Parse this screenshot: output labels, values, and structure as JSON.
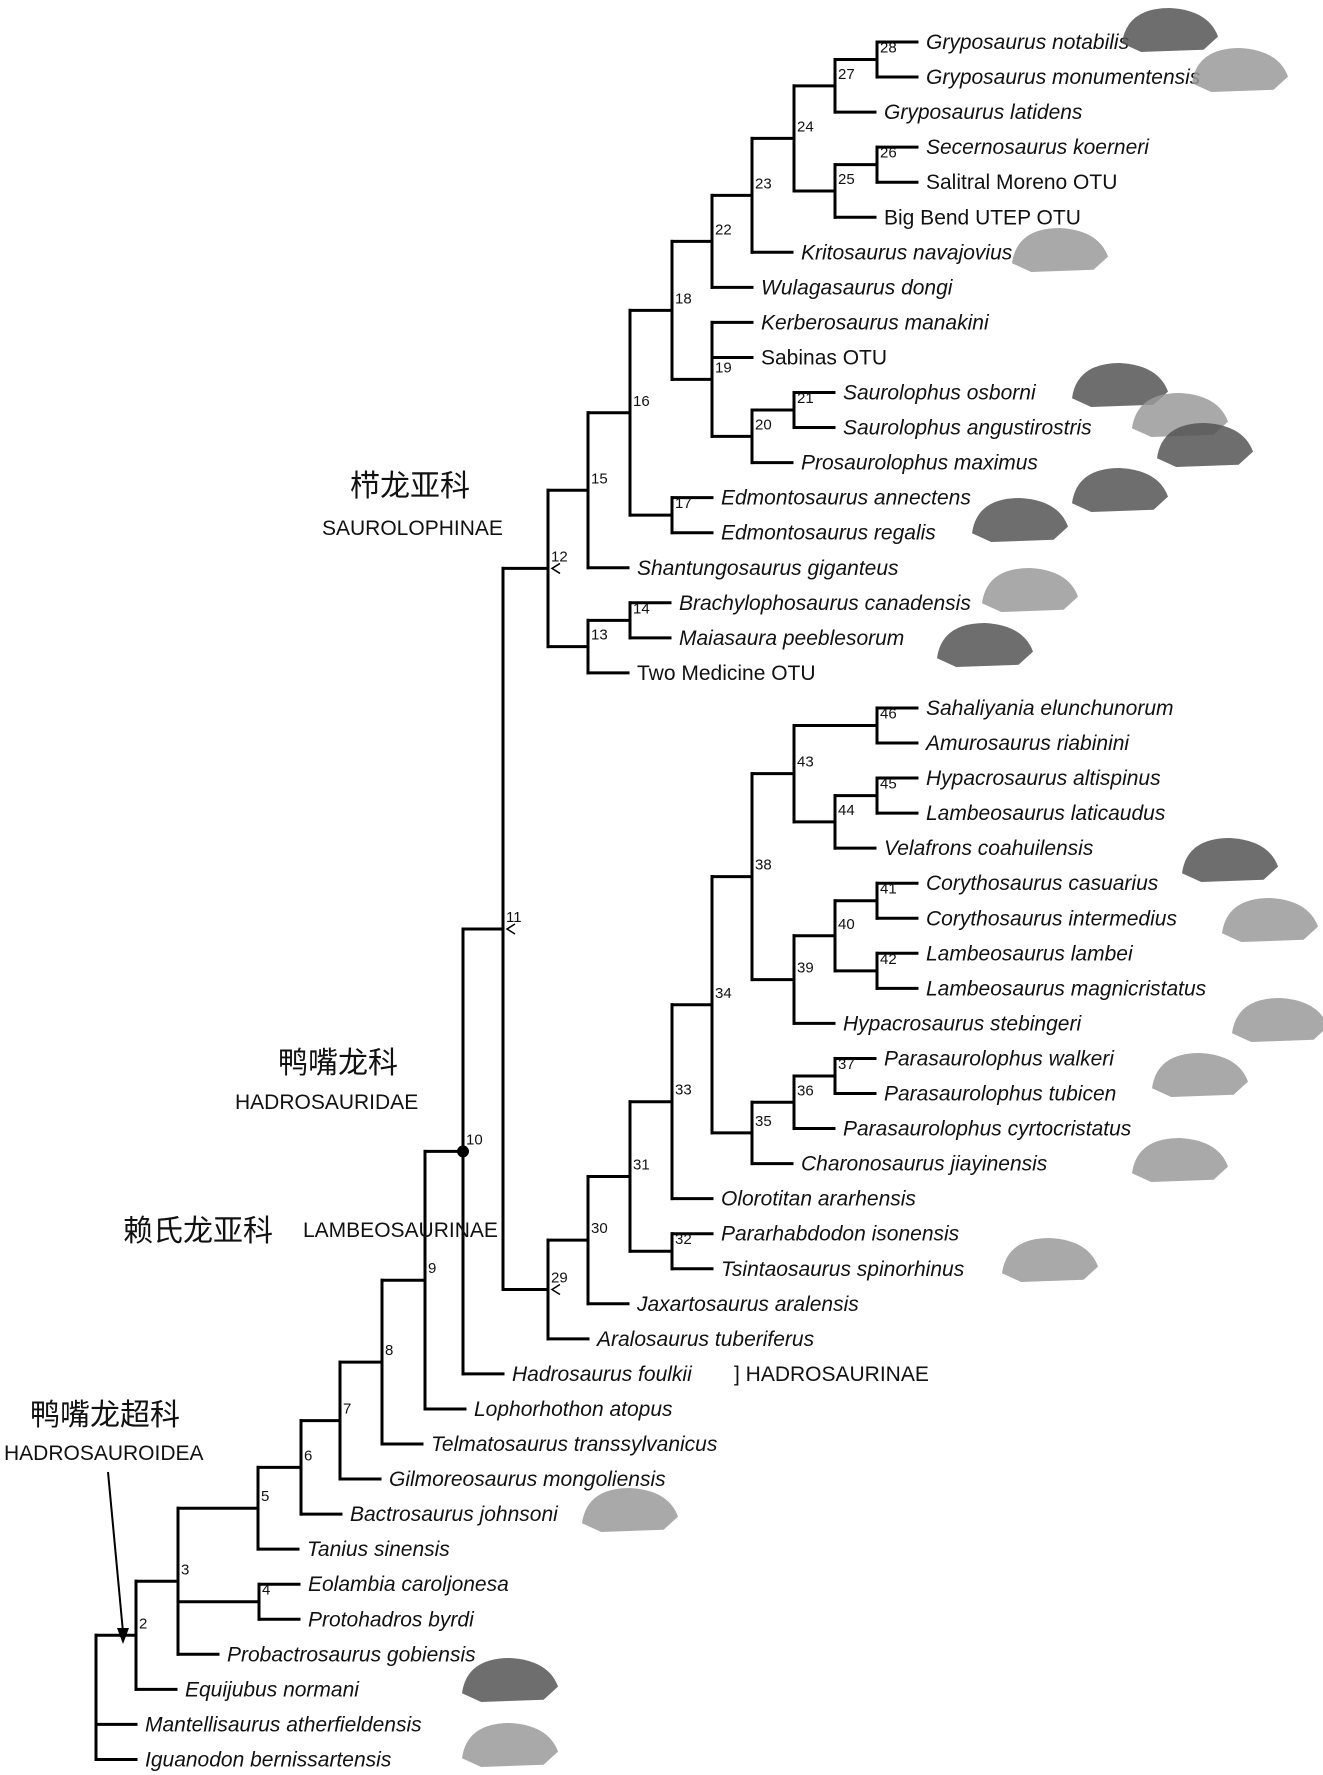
{
  "taxa": [
    {
      "id": "t1",
      "name": "Gryposaurus notabilis",
      "italic": true
    },
    {
      "id": "t2",
      "name": "Gryposaurus monumentensis",
      "italic": true
    },
    {
      "id": "t3",
      "name": "Gryposaurus latidens",
      "italic": true
    },
    {
      "id": "t4",
      "name": "Secernosaurus koerneri",
      "italic": true
    },
    {
      "id": "t5",
      "name": "Salitral Moreno OTU",
      "italic": false
    },
    {
      "id": "t6",
      "name": "Big Bend UTEP OTU",
      "italic": false
    },
    {
      "id": "t7",
      "name": "Kritosaurus navajovius",
      "italic": true
    },
    {
      "id": "t8",
      "name": "Wulagasaurus dongi",
      "italic": true
    },
    {
      "id": "t9",
      "name": "Kerberosaurus manakini",
      "italic": true
    },
    {
      "id": "t10",
      "name": "Sabinas OTU",
      "italic": false
    },
    {
      "id": "t11",
      "name": "Saurolophus osborni",
      "italic": true
    },
    {
      "id": "t12",
      "name": "Saurolophus angustirostris",
      "italic": true
    },
    {
      "id": "t13",
      "name": "Prosaurolophus maximus",
      "italic": true
    },
    {
      "id": "t14",
      "name": "Edmontosaurus annectens",
      "italic": true
    },
    {
      "id": "t15",
      "name": "Edmontosaurus regalis",
      "italic": true
    },
    {
      "id": "t16",
      "name": "Shantungosaurus giganteus",
      "italic": true
    },
    {
      "id": "t17",
      "name": "Brachylophosaurus canadensis",
      "italic": true
    },
    {
      "id": "t18",
      "name": "Maiasaura peeblesorum",
      "italic": true
    },
    {
      "id": "t19",
      "name": "Two Medicine OTU",
      "italic": false
    },
    {
      "id": "t20",
      "name": "Sahaliyania elunchunorum",
      "italic": true
    },
    {
      "id": "t21",
      "name": "Amurosaurus riabinini",
      "italic": true
    },
    {
      "id": "t22",
      "name": "Hypacrosaurus altispinus",
      "italic": true
    },
    {
      "id": "t23",
      "name": "Lambeosaurus laticaudus",
      "italic": true
    },
    {
      "id": "t24",
      "name": "Velafrons coahuilensis",
      "italic": true
    },
    {
      "id": "t25",
      "name": "Corythosaurus casuarius",
      "italic": true
    },
    {
      "id": "t26",
      "name": "Corythosaurus intermedius",
      "italic": true
    },
    {
      "id": "t27",
      "name": "Lambeosaurus lambei",
      "italic": true
    },
    {
      "id": "t28",
      "name": "Lambeosaurus magnicristatus",
      "italic": true
    },
    {
      "id": "t29",
      "name": "Hypacrosaurus stebingeri",
      "italic": true
    },
    {
      "id": "t30",
      "name": "Parasaurolophus walkeri",
      "italic": true
    },
    {
      "id": "t31",
      "name": "Parasaurolophus tubicen",
      "italic": true
    },
    {
      "id": "t32",
      "name": "Parasaurolophus cyrtocristatus",
      "italic": true
    },
    {
      "id": "t33",
      "name": "Charonosaurus jiayinensis",
      "italic": true
    },
    {
      "id": "t34",
      "name": "Olorotitan ararhensis",
      "italic": true
    },
    {
      "id": "t35",
      "name": "Pararhabdodon isonensis",
      "italic": true
    },
    {
      "id": "t36",
      "name": "Tsintaosaurus spinorhinus",
      "italic": true
    },
    {
      "id": "t37",
      "name": "Jaxartosaurus aralensis",
      "italic": true
    },
    {
      "id": "t38",
      "name": "Aralosaurus tuberiferus",
      "italic": true
    },
    {
      "id": "t39",
      "name": "Hadrosaurus foulkii",
      "italic": true
    },
    {
      "id": "t40",
      "name": "Lophorhothon atopus",
      "italic": true
    },
    {
      "id": "t41",
      "name": "Telmatosaurus transsylvanicus",
      "italic": true
    },
    {
      "id": "t42",
      "name": "Gilmoreosaurus mongoliensis",
      "italic": true
    },
    {
      "id": "t43",
      "name": "Bactrosaurus johnsoni",
      "italic": true
    },
    {
      "id": "t44",
      "name": "Tanius sinensis",
      "italic": true
    },
    {
      "id": "t45",
      "name": "Eolambia caroljonesa",
      "italic": true
    },
    {
      "id": "t46",
      "name": "Protohadros byrdi",
      "italic": true
    },
    {
      "id": "t47",
      "name": "Probactrosaurus gobiensis",
      "italic": true
    },
    {
      "id": "t48",
      "name": "Equijubus normani",
      "italic": true
    },
    {
      "id": "t49",
      "name": "Mantellisaurus atherfieldensis",
      "italic": true
    },
    {
      "id": "t50",
      "name": "Iguanodon bernissartensis",
      "italic": true
    }
  ],
  "nodes": [
    {
      "id": "n1",
      "label": "",
      "children": [
        "n2",
        "t49",
        "t50"
      ]
    },
    {
      "id": "n2",
      "label": "2",
      "children": [
        "n3",
        "t48"
      ]
    },
    {
      "id": "n3",
      "label": "3",
      "children": [
        "n5",
        "n4",
        "t47"
      ]
    },
    {
      "id": "n4",
      "label": "4",
      "children": [
        "t45",
        "t46"
      ]
    },
    {
      "id": "n5",
      "label": "5",
      "children": [
        "n6",
        "t44"
      ]
    },
    {
      "id": "n6",
      "label": "6",
      "children": [
        "n7",
        "t43"
      ]
    },
    {
      "id": "n7",
      "label": "7",
      "children": [
        "n8",
        "t42"
      ]
    },
    {
      "id": "n8",
      "label": "8",
      "children": [
        "n9",
        "t41"
      ]
    },
    {
      "id": "n9",
      "label": "9",
      "children": [
        "n10",
        "t40"
      ]
    },
    {
      "id": "n10",
      "label": "10",
      "children": [
        "n11",
        "t39"
      ]
    },
    {
      "id": "n11",
      "label": "11",
      "children": [
        "n12",
        "n29"
      ]
    },
    {
      "id": "n12",
      "label": "12",
      "children": [
        "n15",
        "n13"
      ]
    },
    {
      "id": "n13",
      "label": "13",
      "children": [
        "n14",
        "t19"
      ]
    },
    {
      "id": "n14",
      "label": "14",
      "children": [
        "t17",
        "t18"
      ]
    },
    {
      "id": "n15",
      "label": "15",
      "children": [
        "n16",
        "t16"
      ]
    },
    {
      "id": "n16",
      "label": "16",
      "children": [
        "n18",
        "n17"
      ]
    },
    {
      "id": "n17",
      "label": "17",
      "children": [
        "t14",
        "t15"
      ]
    },
    {
      "id": "n18",
      "label": "18",
      "children": [
        "n22",
        "n19"
      ]
    },
    {
      "id": "n19",
      "label": "19",
      "children": [
        "t9",
        "t10",
        "n20"
      ]
    },
    {
      "id": "n20",
      "label": "20",
      "children": [
        "n21",
        "t13"
      ]
    },
    {
      "id": "n21",
      "label": "21",
      "children": [
        "t11",
        "t12"
      ]
    },
    {
      "id": "n22",
      "label": "22",
      "children": [
        "n23",
        "t8"
      ]
    },
    {
      "id": "n23",
      "label": "23",
      "children": [
        "n24",
        "t7"
      ]
    },
    {
      "id": "n24",
      "label": "24",
      "children": [
        "n27",
        "n25"
      ]
    },
    {
      "id": "n25",
      "label": "25",
      "children": [
        "n26",
        "t6"
      ]
    },
    {
      "id": "n26",
      "label": "26",
      "children": [
        "t4",
        "t5"
      ]
    },
    {
      "id": "n27",
      "label": "27",
      "children": [
        "n28",
        "t3"
      ]
    },
    {
      "id": "n28",
      "label": "28",
      "children": [
        "t1",
        "t2"
      ]
    },
    {
      "id": "n29",
      "label": "29",
      "children": [
        "n30",
        "t38"
      ]
    },
    {
      "id": "n30",
      "label": "30",
      "children": [
        "n31",
        "t37"
      ]
    },
    {
      "id": "n31",
      "label": "31",
      "children": [
        "n33",
        "n32"
      ]
    },
    {
      "id": "n32",
      "label": "32",
      "children": [
        "t35",
        "t36"
      ]
    },
    {
      "id": "n33",
      "label": "33",
      "children": [
        "n34",
        "t34"
      ]
    },
    {
      "id": "n34",
      "label": "34",
      "children": [
        "n38",
        "n35"
      ]
    },
    {
      "id": "n35",
      "label": "35",
      "children": [
        "n36",
        "t33"
      ]
    },
    {
      "id": "n36",
      "label": "36",
      "children": [
        "n37",
        "t32"
      ]
    },
    {
      "id": "n37",
      "label": "37",
      "children": [
        "t30",
        "t31"
      ]
    },
    {
      "id": "n38",
      "label": "38",
      "children": [
        "n43",
        "n39"
      ]
    },
    {
      "id": "n39",
      "label": "39",
      "children": [
        "n40",
        "t29"
      ]
    },
    {
      "id": "n40",
      "label": "40",
      "children": [
        "n41",
        "n42"
      ]
    },
    {
      "id": "n41",
      "label": "41",
      "children": [
        "t25",
        "t26"
      ]
    },
    {
      "id": "n42",
      "label": "42",
      "children": [
        "t27",
        "t28"
      ]
    },
    {
      "id": "n43",
      "label": "43",
      "children": [
        "n46",
        "n44"
      ]
    },
    {
      "id": "n44",
      "label": "44",
      "children": [
        "n45",
        "t24"
      ]
    },
    {
      "id": "n45",
      "label": "45",
      "children": [
        "t22",
        "t23"
      ]
    },
    {
      "id": "n46",
      "label": "46",
      "children": [
        "t20",
        "t21"
      ]
    }
  ],
  "root": "n1",
  "clades": {
    "saurolophinae_cn": "栉龙亚科",
    "saurolophinae_en": "SAUROLOPHINAE",
    "hadrosauridae_cn": "鸭嘴龙科",
    "hadrosauridae_en": "HADROSAURIDAE",
    "lambeosaurinae_cn": "赖氏龙亚科",
    "lambeosaurinae_en": "LAMBEOSAURINAE",
    "hadrosaurinae_en": "] HADROSAURINAE",
    "hadrosauroidea_cn": "鸭嘴龙超科",
    "hadrosauroidea_en": "HADROSAUROIDEA"
  },
  "colors": {
    "line": "#000000",
    "text": "#111111",
    "skull_dark": "#555555",
    "skull_light": "#9a9a9a"
  }
}
